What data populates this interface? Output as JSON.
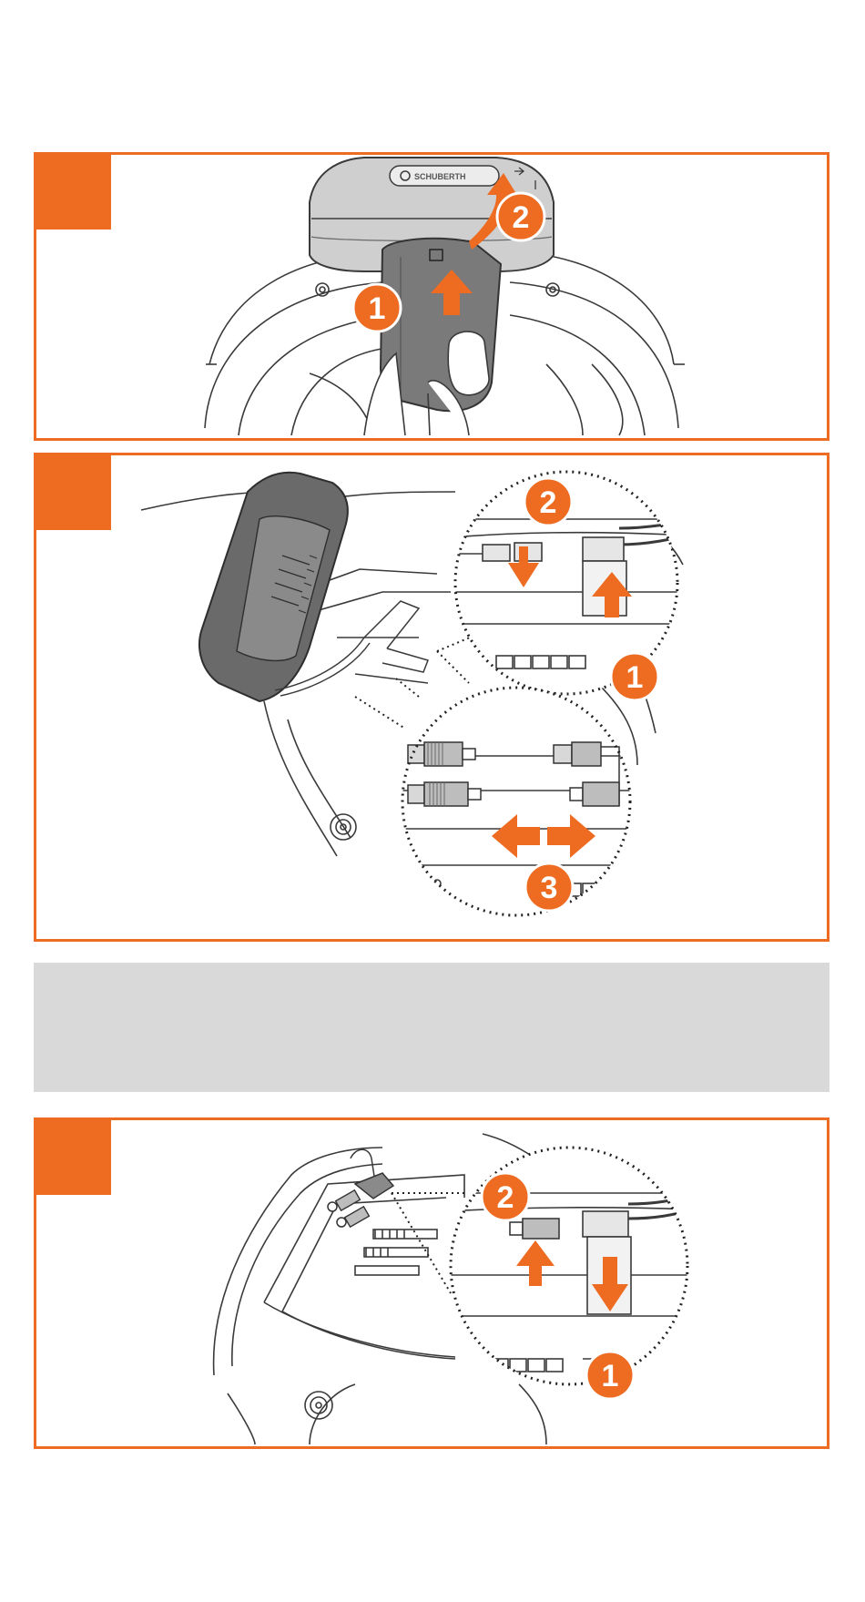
{
  "colors": {
    "accent": "#ee6b22",
    "line": "#3a3a3a",
    "device": "#7a7a7a",
    "device_dark": "#5c5c5c",
    "gray_box": "#d9d9d9"
  },
  "panel1": {
    "brand_label": "SCHUBERTH",
    "badges": [
      "1",
      "2"
    ]
  },
  "panel2": {
    "badges": [
      "2",
      "1",
      "3"
    ]
  },
  "panel3": {
    "badges": [
      "2",
      "1"
    ]
  }
}
